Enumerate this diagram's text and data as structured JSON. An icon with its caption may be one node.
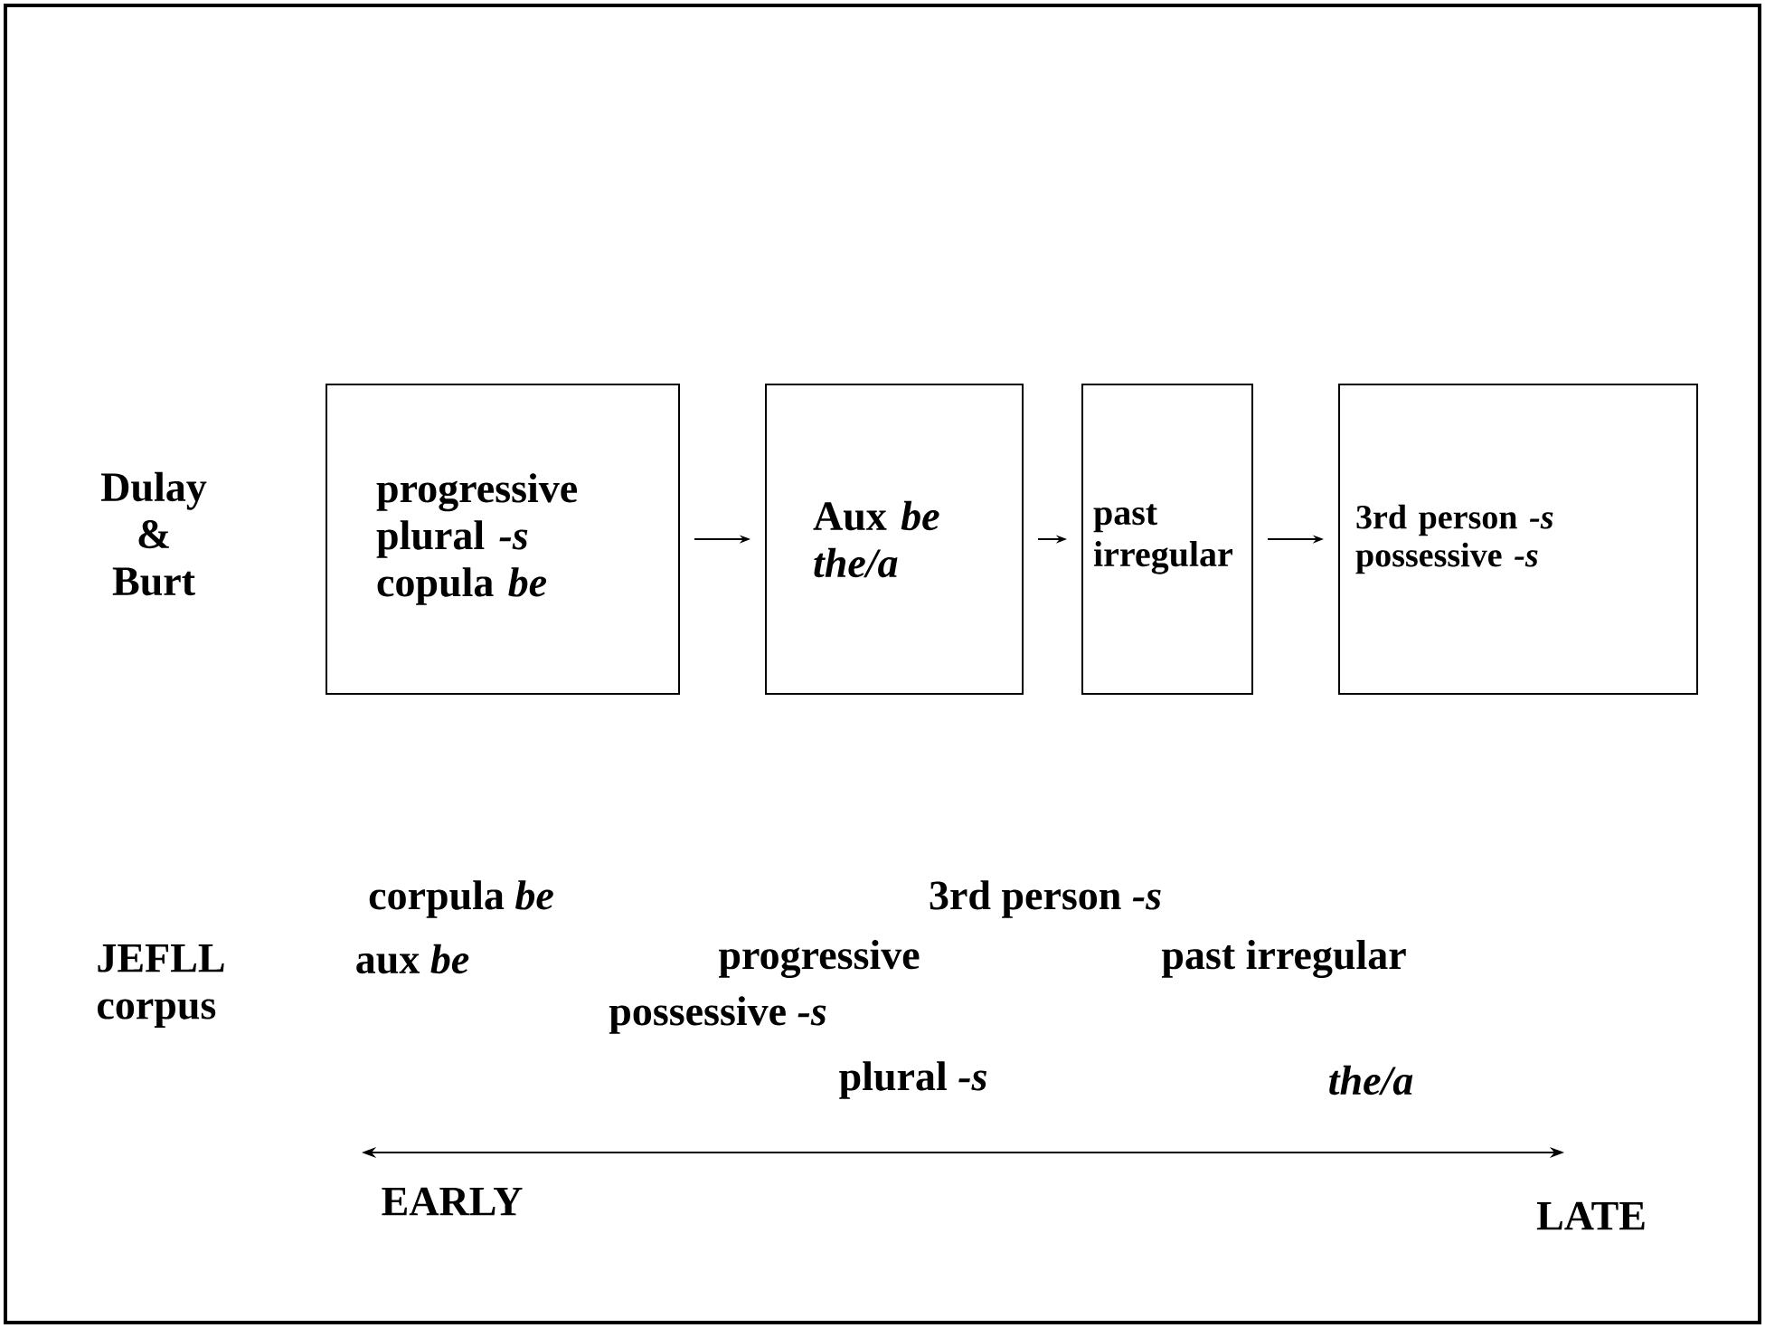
{
  "diagram": {
    "nodes": [
      {
        "text": [
          "progressive plural *-s* copula *be*"
        ]
      },
      {
        "text": [
          "Aux *be* *the/a*"
        ]
      },
      {
        "text": [
          "past irregular"
        ]
      },
      {
        "text": [
          "3rd person *-s* possessive *-s*"
        ]
      }
    ],
    "edges": [
      {
        "from": 0,
        "to": 1,
        "arrow": "to"
      },
      {
        "from": 1,
        "to": 2,
        "arrow": "to"
      },
      {
        "from": 2,
        "to": 3,
        "arrow": "to"
      }
    ],
    "labels": [
      "Dulay & Burt",
      "corpula *be*",
      "3rd person *-s*",
      "JEFLL corpus",
      "aux *be*",
      "progressive",
      "past irregular",
      "possessive *-s*",
      "plural *-s*",
      "the/a",
      "EARLY",
      "LATE"
    ]
  }
}
